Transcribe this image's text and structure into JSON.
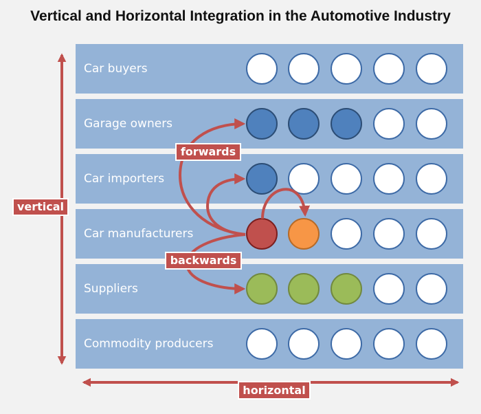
{
  "title": "Vertical and Horizontal Integration in the Automotive Industry",
  "rows": [
    {
      "label": "Car buyers",
      "circles": [
        "white",
        "white",
        "white",
        "white",
        "white"
      ]
    },
    {
      "label": "Garage owners",
      "circles": [
        "blue",
        "blue",
        "blue",
        "white",
        "white"
      ]
    },
    {
      "label": "Car importers",
      "circles": [
        "blue",
        "white",
        "white",
        "white",
        "white"
      ]
    },
    {
      "label": "Car manufacturers",
      "circles": [
        "red",
        "orange",
        "white",
        "white",
        "white"
      ]
    },
    {
      "label": "Suppliers",
      "circles": [
        "green",
        "green",
        "green",
        "white",
        "white"
      ]
    },
    {
      "label": "Commodity producers",
      "circles": [
        "white",
        "white",
        "white",
        "white",
        "white"
      ]
    }
  ],
  "labels": {
    "vertical": "vertical",
    "horizontal": "horizontal",
    "forwards": "forwards",
    "backwards": "backwards"
  },
  "colors": {
    "white": {
      "fill": "#ffffff",
      "stroke": "#3d6aa6"
    },
    "blue": {
      "fill": "#4f81bd",
      "stroke": "#2c4d75"
    },
    "red": {
      "fill": "#c0504d",
      "stroke": "#7b1f1f"
    },
    "orange": {
      "fill": "#f79646",
      "stroke": "#b66a27"
    },
    "green": {
      "fill": "#9bbb59",
      "stroke": "#71893f"
    },
    "arrow": "#c0504d",
    "row_bg": "#94b3d7"
  }
}
